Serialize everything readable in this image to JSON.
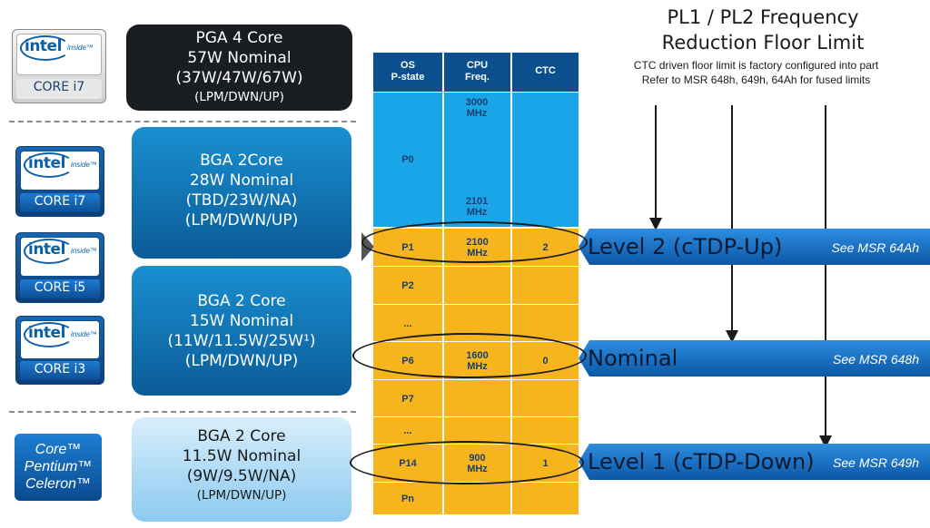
{
  "logos": [
    {
      "brand": "intel",
      "inside": "inside™",
      "product": "CORE i7"
    },
    {
      "brand": "intel",
      "inside": "inside™",
      "product": "CORE i7"
    },
    {
      "brand": "intel",
      "inside": "inside™",
      "product": "CORE i5"
    },
    {
      "brand": "intel",
      "inside": "inside™",
      "product": "CORE i3"
    }
  ],
  "celeron": {
    "line1": "Core™",
    "line2": "Pentium™",
    "line3": "Celeron™"
  },
  "configs": [
    {
      "l1": "PGA 4 Core",
      "l2": "57W Nominal",
      "l3": "(37W/47W/67W)",
      "l4": "(LPM/DWN/UP)"
    },
    {
      "l1": "BGA 2Core",
      "l2": "28W Nominal",
      "l3": "(TBD/23W/NA)",
      "l4": "(LPM/DWN/UP)"
    },
    {
      "l1": "BGA 2 Core",
      "l2": "15W Nominal",
      "l3": "(11W/11.5W/25W¹)",
      "l4": "(LPM/DWN/UP)"
    },
    {
      "l1": "BGA 2 Core",
      "l2": "11.5W Nominal",
      "l3": "(9W/9.5W/NA)",
      "l4": "(LPM/DWN/UP)"
    }
  ],
  "table": {
    "headers": {
      "os": "OS P-state",
      "freq": "CPU Freq.",
      "ctc": "CTC"
    },
    "p0": {
      "state": "P0",
      "freq_top": "3000 MHz",
      "freq_bottom": "2101 MHz"
    },
    "rows": [
      {
        "state": "P1",
        "freq": "2100 MHz",
        "ctc": "2"
      },
      {
        "state": "P2",
        "freq": "",
        "ctc": ""
      },
      {
        "state": "...",
        "freq": "",
        "ctc": ""
      },
      {
        "state": "P6",
        "freq": "1600 MHz",
        "ctc": "0"
      },
      {
        "state": "P7",
        "freq": "",
        "ctc": ""
      },
      {
        "state": "...",
        "freq": "",
        "ctc": ""
      },
      {
        "state": "P14",
        "freq": "900 MHz",
        "ctc": "1"
      },
      {
        "state": "Pn",
        "freq": "",
        "ctc": ""
      }
    ]
  },
  "right": {
    "title1": "PL1 / PL2 Frequency",
    "title2": "Reduction Floor Limit",
    "note1": "CTC driven floor limit is factory configured into part",
    "note2": "Refer to MSR 648h, 649h, 64Ah for fused limits"
  },
  "banners": [
    {
      "label": "Level 2 (cTDP-Up)",
      "see": "See MSR 64Ah"
    },
    {
      "label": "Nominal",
      "see": "See MSR 648h"
    },
    {
      "label": "Level 1 (cTDP-Down)",
      "see": "See MSR 649h"
    }
  ],
  "colors": {
    "table_header": "#0c4f8e",
    "p0_fill": "#19a5e8",
    "row_fill": "#f7b51d",
    "banner": "#1f76cf"
  }
}
